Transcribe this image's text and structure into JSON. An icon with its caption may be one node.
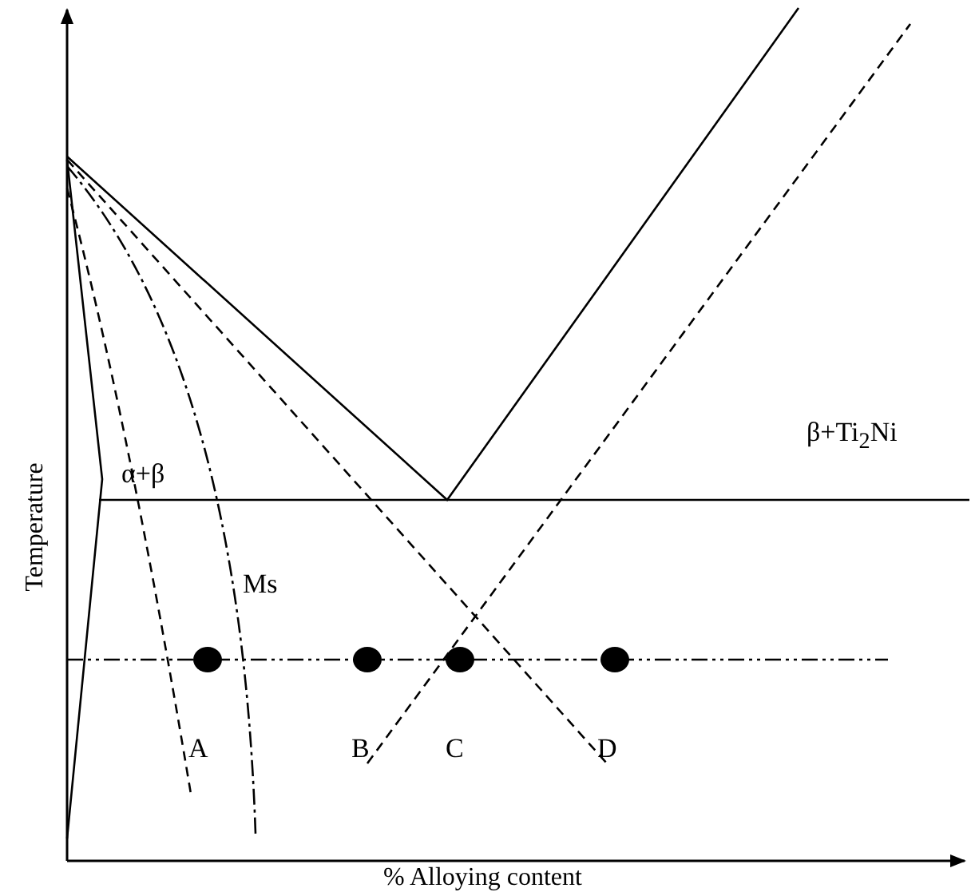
{
  "diagram": {
    "labels": [
      "β+Ti$_{2}$Ni",
      "α+β",
      "Ms",
      "A",
      "B",
      "C",
      "D",
      "Temperature",
      "% Alloying content"
    ]
  }
}
